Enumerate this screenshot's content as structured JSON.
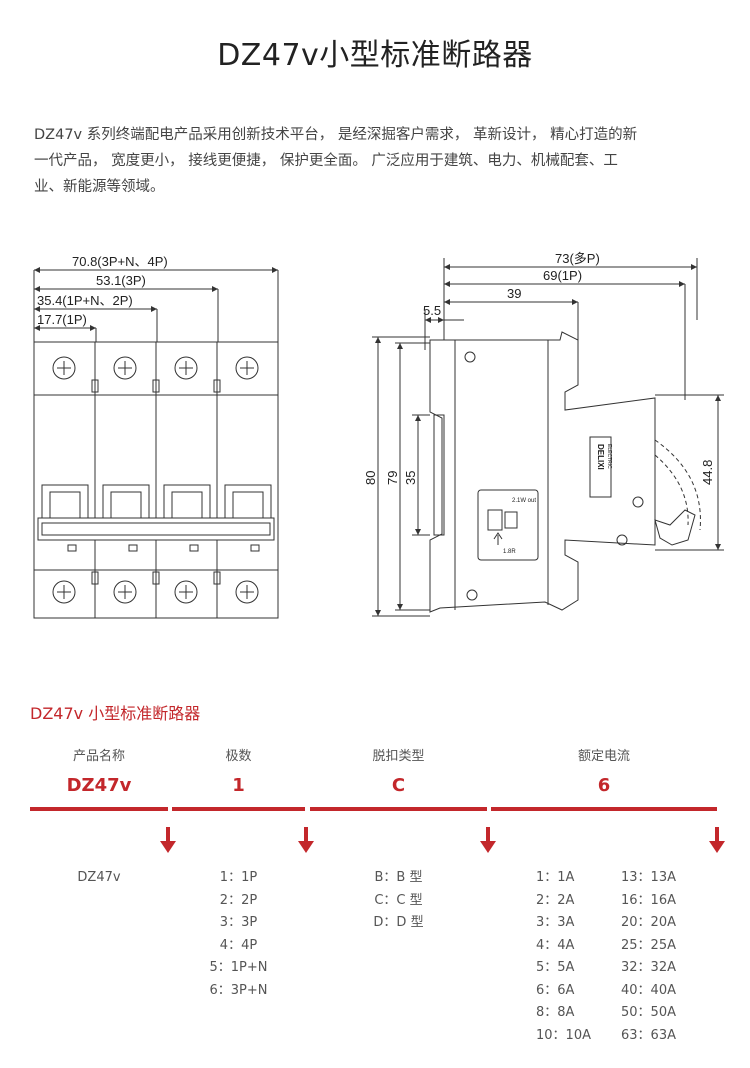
{
  "title": "DZ47v小型标准断路器",
  "intro": [
    "DZ47v 系列终端配电产品采用创新技术平台， 是经深掘客户需求， 革新设计， 精心打造的新",
    "一代产品， 宽度更小， 接线更便捷， 保护更全面。 广泛应用于建筑、电力、机械配套、工",
    "业、新能源等领域。"
  ],
  "dimensions": {
    "front": {
      "w4p": "70.8(3P+N、4P)",
      "w3p": "53.1(3P)",
      "w2p": "35.4(1P+N、2P)",
      "w1p": "17.7(1P)"
    },
    "side": {
      "d_multi": "73(多P)",
      "d_1p": "69(1P)",
      "d39": "39",
      "d55": "5.5",
      "h80": "80",
      "h79": "79",
      "h35": "35",
      "h448": "44.8"
    },
    "logo_text": "DELIXI",
    "logo_sub": "ELECTRIC",
    "label_cut": "2.1W out",
    "label_in": "1.8R"
  },
  "section_title": "DZ47v 小型标准断路器",
  "model_code": {
    "columns": [
      {
        "header": "产品名称",
        "value": "DZ47v",
        "options": [
          "DZ47v"
        ]
      },
      {
        "header": "极数",
        "value": "1",
        "options": [
          "1：1P",
          "2：2P",
          "3：3P",
          "4：4P",
          "5：1P+N",
          "6：3P+N"
        ]
      },
      {
        "header": "脱扣类型",
        "value": "C",
        "options": [
          "B：B 型",
          "C：C 型",
          "D：D 型"
        ]
      },
      {
        "header": "额定电流",
        "value": "6",
        "options_left": [
          "1：1A",
          "2：2A",
          "3：3A",
          "4：4A",
          "5：5A",
          "6：6A",
          "8：8A",
          "10：10A"
        ],
        "options_right": [
          "13：13A",
          "16：16A",
          "20：20A",
          "25：25A",
          "32：32A",
          "40：40A",
          "50：50A",
          "63：63A"
        ]
      }
    ]
  },
  "colors": {
    "accent": "#c3272b",
    "line": "#333333"
  }
}
